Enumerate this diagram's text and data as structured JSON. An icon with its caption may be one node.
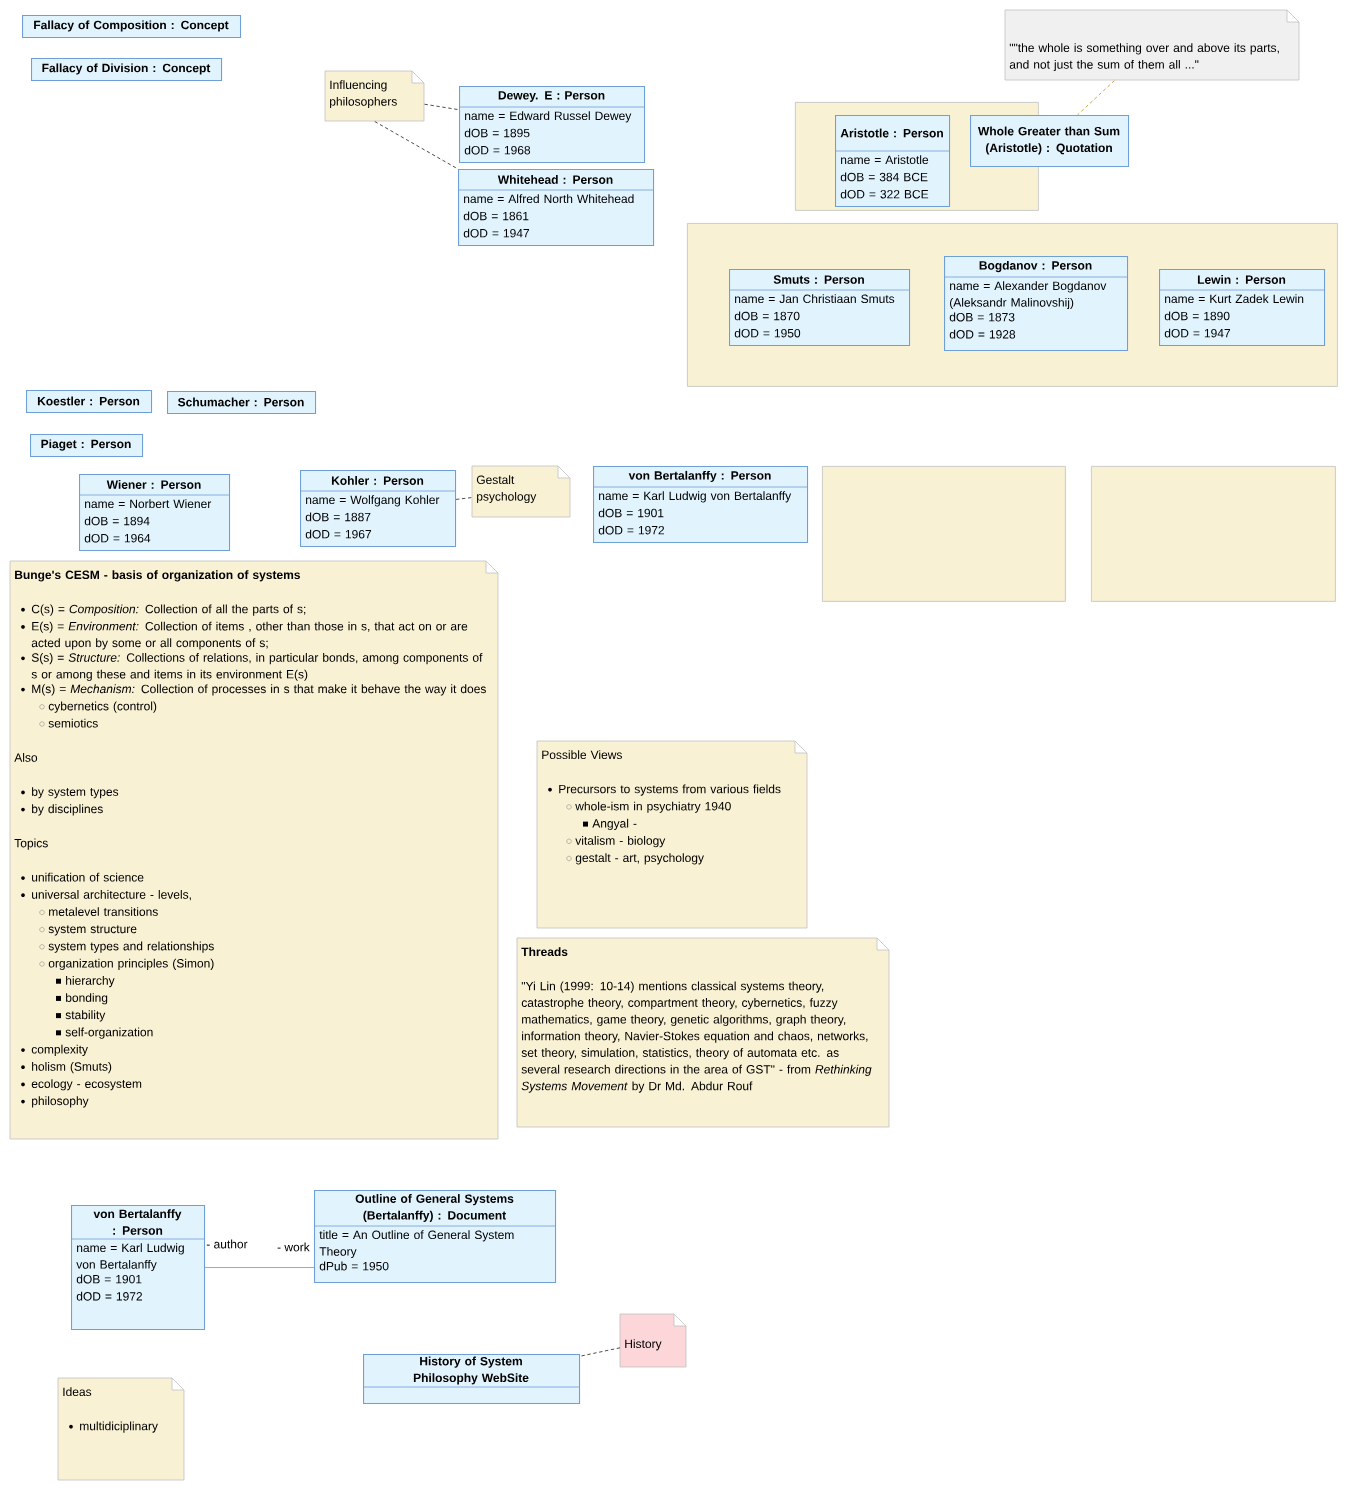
{
  "diagram": {
    "nodes": [
      {
        "text": [
          "Fallacy of Composition : Concept"
        ]
      },
      {
        "text": [
          "Fallacy of Division : Concept"
        ]
      },
      {
        "text": [
          "Influencing philosophers"
        ]
      },
      {
        "text": [
          "Dewey. E : Person",
          "name = Edward Russel Dewey",
          "dOB = 1895",
          "dOD = 1968"
        ]
      },
      {
        "text": [
          "Whitehead : Person",
          "name = Alfred North Whitehead",
          "dOB = 1861",
          "dOD = 1947"
        ]
      },
      {
        "text": [],
        "shape": "box"
      },
      {
        "text": [
          "Aristotle : Person",
          "name = Aristotle",
          "dOB = 384 BCE",
          "dOD = 322 BCE"
        ],
        "in": 5
      },
      {
        "text": [
          "\"\"the whole is something over and above its parts, and not just the sum of them all ...\""
        ]
      },
      {
        "text": [
          "Whole Greater than Sum (Aristotle) : Quotation"
        ]
      },
      {
        "text": [],
        "shape": "box"
      },
      {
        "text": [
          "Smuts : Person",
          "name = Jan Christiaan Smuts",
          "dOB = 1870",
          "dOD = 1950"
        ],
        "in": 9
      },
      {
        "text": [
          "Bogdanov : Person",
          "name = Alexander Bogdanov (Aleksandr Malinovshij)",
          "dOB = 1873",
          "dOD = 1928"
        ],
        "in": 9
      },
      {
        "text": [
          "Lewin : Person",
          "name = Kurt Zadek Lewin",
          "dOB = 1890",
          "dOD = 1947"
        ],
        "in": 9
      },
      {
        "text": [
          "Koestler : Person"
        ]
      },
      {
        "text": [
          "Schumacher : Person"
        ]
      },
      {
        "text": [
          "Piaget : Person"
        ]
      },
      {
        "text": [
          "Wiener : Person",
          "name = Norbert Wiener",
          "dOB = 1894",
          "dOD = 1964"
        ]
      },
      {
        "text": [
          "Kohler : Person",
          "name = Wolfgang Kohler",
          "dOB = 1887",
          "dOD = 1967"
        ]
      },
      {
        "text": [
          "Gestalt psychology"
        ]
      },
      {
        "text": [
          "von Bertalanffy : Person",
          "name = Karl Ludwig von Bertalanffy",
          "dOB = 1901",
          "dOD = 1972"
        ]
      },
      {
        "text": [],
        "shape": "box"
      },
      {
        "text": [],
        "shape": "box"
      },
      {
        "text": [
          "Bunge's CESM - basis of organization of systems",
          "C(s) = *Composition:* Collection of all the parts of s;",
          "E(s) = *Environment:* Collection of items , other than those in s, that act on or are acted upon by some or all components of s;",
          "S(s) = *Structure:* Collections of relations, in particular bonds, among components of s or among these and items in its environment E(s)",
          "M(s) = *Mechanism:* Collection of processes in s that make it behave the way it does",
          "cybernetics (control)",
          "semiotics",
          "Also",
          "by system types",
          "by disciplines",
          "Topics",
          "unification of science",
          "universal architecture - levels,",
          "metalevel transitions",
          "system structure",
          "system types and relationships",
          "organization principles (Simon)",
          "hierarchy",
          "bonding",
          "stability",
          "self-organization",
          "complexity",
          "holism (Smuts)",
          "ecology - ecosystem",
          "philosophy"
        ]
      },
      {
        "text": [
          "Possible Views",
          "Precursors to systems from various fields",
          "whole-ism in psychiatry 1940",
          "Angyal -",
          "vitalism - biology",
          "gestalt - art, psychology"
        ]
      },
      {
        "text": [
          "Threads",
          "\"Yi Lin (1999: 10-14) mentions classical systems theory, catastrophe theory, compartment theory, cybernetics, fuzzy mathematics, game theory, genetic algorithms, graph theory, information theory, Navier-Stokes equation and chaos, networks, set theory, simulation, statistics, theory of automata etc. as several research directions in the area of GST\" - from *Rethinking Systems Movement* by Dr Md. Abdur Rouf"
        ]
      },
      {
        "text": [
          "von Bertalanffy : Person",
          "name = Karl Ludwig von Bertalanffy",
          "dOB = 1901",
          "dOD = 1972"
        ]
      },
      {
        "text": [
          "Outline of General Systems (Bertalanffy) : Document",
          "title = An Outline of General System Theory",
          "dPub = 1950"
        ]
      },
      {
        "text": [
          "History"
        ]
      },
      {
        "text": [
          "History of System Philosophy WebSite"
        ]
      },
      {
        "text": [
          "Ideas",
          "multidiciplinary"
        ]
      }
    ],
    "edges": [
      {
        "from": 2,
        "to": 3,
        "arrow": "none",
        "style": "dashed"
      },
      {
        "from": 2,
        "to": 4,
        "arrow": "none",
        "style": "dashed"
      },
      {
        "from": 7,
        "to": 8,
        "arrow": "none",
        "style": "dashed",
        "color": "#c8a040"
      },
      {
        "from": 17,
        "to": 18,
        "arrow": "none",
        "style": "dashed"
      },
      {
        "from": 25,
        "to": 26,
        "arrow": "none",
        "color": "#c8a040"
      },
      {
        "from": 27,
        "to": 28,
        "arrow": "none",
        "style": "dashed"
      }
    ],
    "labels": [
      "- author",
      "- work"
    ]
  }
}
